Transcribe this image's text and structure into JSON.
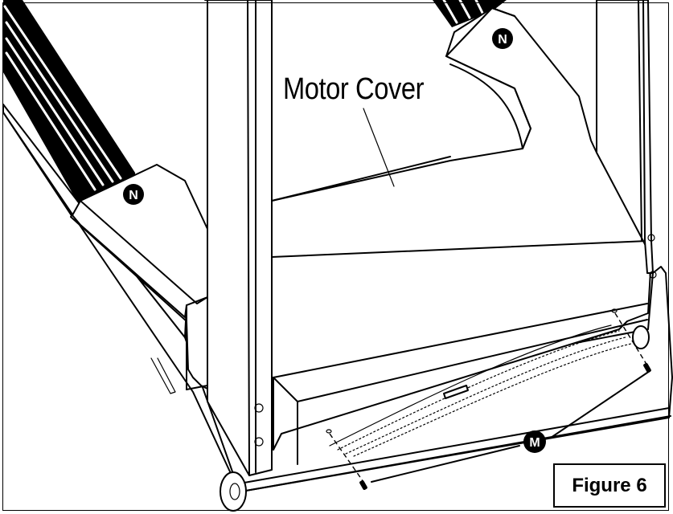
{
  "figure": {
    "label": "Figure 6"
  },
  "labels": {
    "motor_cover": "Motor Cover"
  },
  "callouts": {
    "n_left": "N",
    "n_right": "N",
    "m": "M"
  }
}
